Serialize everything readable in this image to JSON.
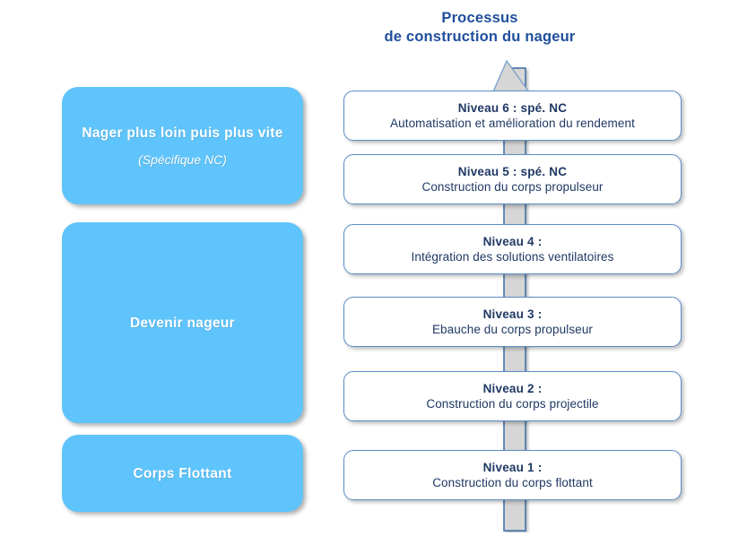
{
  "title": {
    "line1": "Processus",
    "line2": "de construction du nageur",
    "color": "#1F4E9C"
  },
  "colors": {
    "stage_fill": "#5FC4FB",
    "stage_text": "#FFFFFF",
    "level_border": "#5B8DC8",
    "level_fill": "#FFFFFF",
    "level_text": "#1F3864",
    "arrow_fill": "#D6D6D6",
    "arrow_stroke": "#4472A8"
  },
  "stages": [
    {
      "title": "Nager plus loin puis plus vite",
      "subtitle": "(Spécifique NC)"
    },
    {
      "title": "Devenir nageur",
      "subtitle": ""
    },
    {
      "title": "Corps Flottant",
      "subtitle": ""
    }
  ],
  "levels": [
    {
      "title": "Niveau 6 : spé. NC",
      "description": "Automatisation et amélioration du rendement"
    },
    {
      "title": "Niveau 5 : spé. NC",
      "description": "Construction du corps propulseur"
    },
    {
      "title": "Niveau 4 :",
      "description": "Intégration des solutions ventilatoires"
    },
    {
      "title": "Niveau 3 :",
      "description": "Ebauche du corps propulseur"
    },
    {
      "title": "Niveau 2 :",
      "description": "Construction du corps projectile"
    },
    {
      "title": "Niveau 1 :",
      "description": "Construction du corps flottant"
    }
  ],
  "arrow": {
    "direction": "up",
    "label": "progression-arrow"
  }
}
